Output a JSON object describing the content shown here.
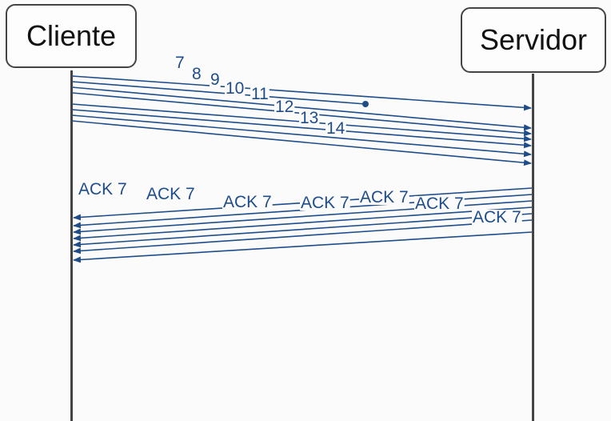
{
  "participants": {
    "client": "Cliente",
    "server": "Servidor"
  },
  "segments": [
    "7",
    "8",
    "9",
    "10",
    "11",
    "12",
    "13",
    "14"
  ],
  "acks": [
    "ACK 7",
    "ACK 7",
    "ACK 7",
    "ACK 7",
    "ACK 7",
    "ACK 7",
    "ACK 7"
  ],
  "lost_segment": "8",
  "colors": {
    "arrow": "#1e4d8a",
    "lifeline": "#444444"
  }
}
